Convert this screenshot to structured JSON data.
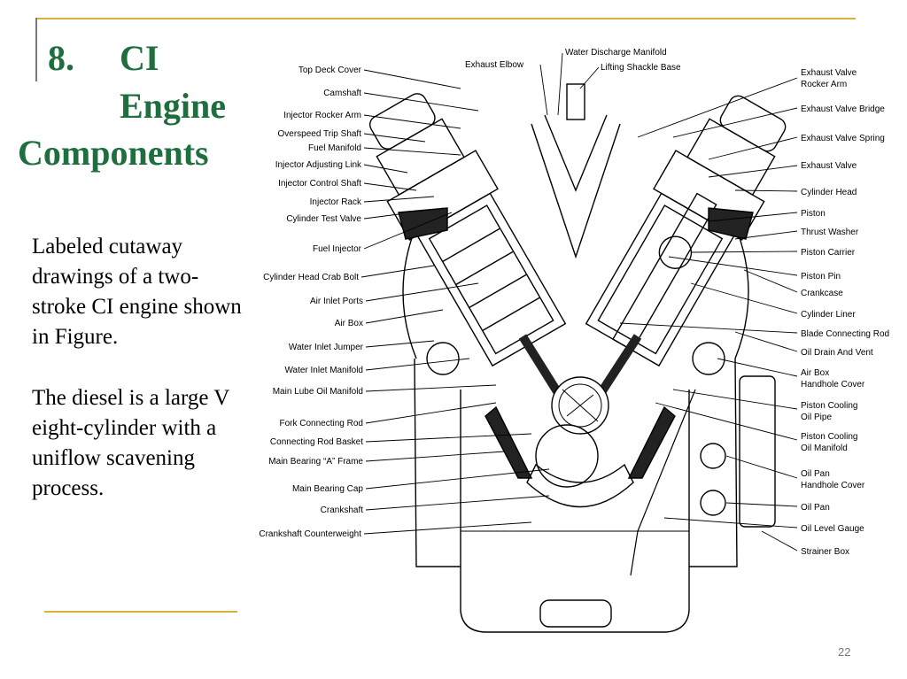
{
  "slide": {
    "number": "8.",
    "title_line1": "CI",
    "title_line2": "Engine",
    "title_line3": "Components",
    "paragraph1": "Labeled cutaway drawings of a two-stroke CI engine shown in Figure.",
    "paragraph2": "The diesel is a large V eight-cylinder with a uniflow scavening process.",
    "page_number": "22"
  },
  "colors": {
    "title": "#1e6e3e",
    "rule": "#d9b13b"
  },
  "diagram": {
    "labels": {
      "top_deck_cover": "Top Deck Cover",
      "camshaft": "Camshaft",
      "injector_rocker_arm": "Injector Rocker Arm",
      "overspeed_trip_shaft": "Overspeed Trip Shaft",
      "fuel_manifold": "Fuel Manifold",
      "injector_adjusting_link": "Injector Adjusting Link",
      "injector_control_shaft": "Injector Control Shaft",
      "injector_rack": "Injector Rack",
      "cylinder_test_valve": "Cylinder Test Valve",
      "fuel_injector": "Fuel Injector",
      "cylinder_head_crab_bolt": "Cylinder Head Crab Bolt",
      "air_inlet_ports": "Air Inlet Ports",
      "air_box": "Air Box",
      "water_inlet_jumper": "Water Inlet Jumper",
      "water_inlet_manifold": "Water Inlet Manifold",
      "main_lube_oil_manifold": "Main Lube Oil Manifold",
      "fork_connecting_rod": "Fork Connecting Rod",
      "connecting_rod_basket": "Connecting Rod Basket",
      "main_bearing_a_frame": "Main Bearing “A” Frame",
      "main_bearing_cap": "Main Bearing Cap",
      "crankshaft": "Crankshaft",
      "crankshaft_counterweight": "Crankshaft Counterweight",
      "water_discharge_manifold": "Water Discharge Manifold",
      "exhaust_elbow": "Exhaust Elbow",
      "lifting_shackle_base": "Lifting Shackle Base",
      "exhaust_valve_rocker_arm_1": "Exhaust Valve",
      "exhaust_valve_rocker_arm_2": "Rocker Arm",
      "exhaust_valve_bridge": "Exhaust Valve Bridge",
      "exhaust_valve_spring": "Exhaust Valve Spring",
      "exhaust_valve": "Exhaust Valve",
      "cylinder_head": "Cylinder Head",
      "piston": "Piston",
      "thrust_washer": "Thrust Washer",
      "piston_carrier": "Piston Carrier",
      "piston_pin": "Piston Pin",
      "crankcase": "Crankcase",
      "cylinder_liner": "Cylinder Liner",
      "blade_connecting_rod": "Blade Connecting Rod",
      "oil_drain_and_vent": "Oil Drain And Vent",
      "air_box_handhole_cover_1": "Air Box",
      "air_box_handhole_cover_2": "Handhole Cover",
      "piston_cooling_oil_pipe_1": "Piston Cooling",
      "piston_cooling_oil_pipe_2": "Oil Pipe",
      "piston_cooling_oil_manifold_1": "Piston Cooling",
      "piston_cooling_oil_manifold_2": "Oil Manifold",
      "oil_pan_handhole_cover_1": "Oil Pan",
      "oil_pan_handhole_cover_2": "Handhole Cover",
      "oil_pan": "Oil Pan",
      "oil_level_gauge": "Oil Level Gauge",
      "strainer_box": "Strainer Box"
    }
  }
}
